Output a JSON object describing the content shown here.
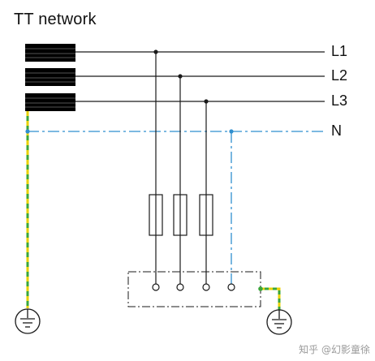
{
  "title": "TT network",
  "conductors": {
    "l1": "L1",
    "l2": "L2",
    "l3": "L3",
    "n": "N"
  },
  "watermark": "知乎 @幻影童徐",
  "colors": {
    "phase": "#1a1a1a",
    "neutral": "#2f8fcf",
    "earth_green": "#3aa63a",
    "earth_yellow": "#e8d100",
    "transformer": "#000000"
  }
}
